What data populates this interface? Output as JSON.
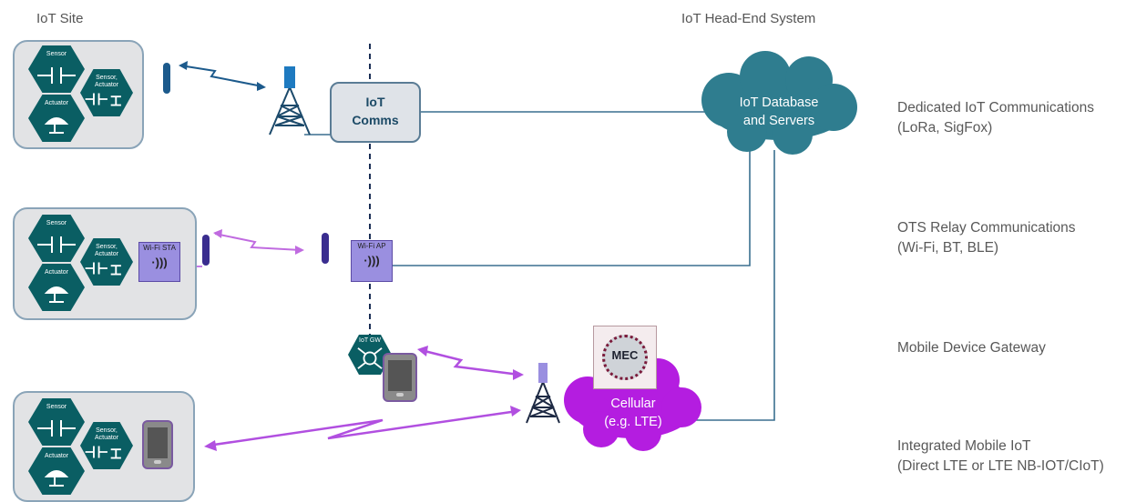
{
  "headers": {
    "left": "IoT Site",
    "right": "IoT Head-End System"
  },
  "right_labels": [
    {
      "line1": "Dedicated IoT Communications",
      "line2": "(LoRa, SigFox)"
    },
    {
      "line1": "OTS Relay Communications",
      "line2": "(Wi-Fi, BT, BLE)"
    },
    {
      "line1": "Mobile Device Gateway",
      "line2": ""
    },
    {
      "line1": "Integrated Mobile IoT",
      "line2": "(Direct LTE or LTE NB-IOT/CIoT)"
    }
  ],
  "device_labels": {
    "sensor": "Sensor",
    "sensor_actuator": "Sensor, Actuator",
    "actuator": "Actuator"
  },
  "iot_comms": {
    "line1": "IoT",
    "line2": "Comms"
  },
  "cloud_db": {
    "line1": "IoT Database",
    "line2": "and Servers"
  },
  "cloud_cellular": {
    "line1": "Cellular",
    "line2": "(e.g. LTE)"
  },
  "wifi_sta": "Wi-Fi STA",
  "wifi_ap": "Wi-Fi AP",
  "iot_gw": "IoT GW",
  "mec": "MEC",
  "colors": {
    "teal": "#0a5e63",
    "cloud_teal": "#2f7d8f",
    "purple": "#b14fe0",
    "line_blue": "#3a6f8f"
  }
}
